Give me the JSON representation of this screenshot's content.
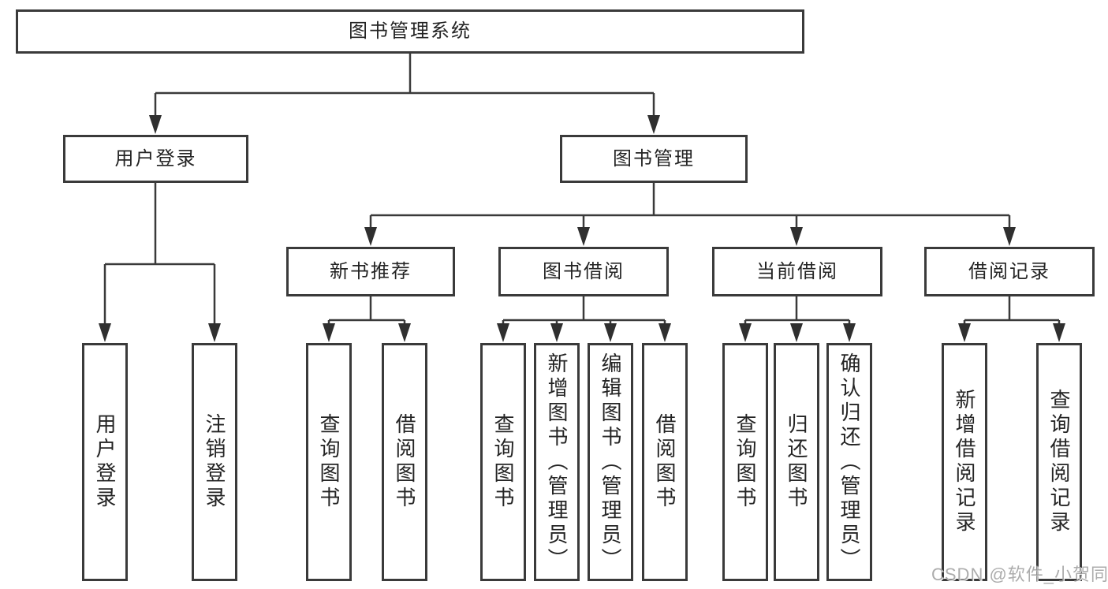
{
  "diagram": {
    "root": {
      "label": "图书管理系统"
    },
    "level2": [
      {
        "id": "user-login",
        "label": "用户登录"
      },
      {
        "id": "book-management",
        "label": "图书管理"
      }
    ],
    "level3": [
      {
        "id": "new-book-recommend",
        "label": "新书推荐"
      },
      {
        "id": "book-borrow",
        "label": "图书借阅"
      },
      {
        "id": "current-borrow",
        "label": "当前借阅"
      },
      {
        "id": "borrow-records",
        "label": "借阅记录"
      }
    ],
    "leaves": [
      {
        "id": "user-login-action",
        "parent": "user-login",
        "label": "用户登录"
      },
      {
        "id": "logout-action",
        "parent": "user-login",
        "label": "注销登录"
      },
      {
        "id": "query-books-recommend",
        "parent": "new-book-recommend",
        "label": "查询图书"
      },
      {
        "id": "borrow-books-recommend",
        "parent": "new-book-recommend",
        "label": "借阅图书"
      },
      {
        "id": "query-books-borrow",
        "parent": "book-borrow",
        "label": "查询图书"
      },
      {
        "id": "add-book-admin",
        "parent": "book-borrow",
        "label": "新增图书（管理员）"
      },
      {
        "id": "edit-book-admin",
        "parent": "book-borrow",
        "label": "编辑图书（管理员）"
      },
      {
        "id": "borrow-books-borrow",
        "parent": "book-borrow",
        "label": "借阅图书"
      },
      {
        "id": "query-books-current",
        "parent": "current-borrow",
        "label": "查询图书"
      },
      {
        "id": "return-books",
        "parent": "current-borrow",
        "label": "归还图书"
      },
      {
        "id": "confirm-return-admin",
        "parent": "current-borrow",
        "label": "确认归还（管理员）"
      },
      {
        "id": "add-borrow-record",
        "parent": "borrow-records",
        "label": "新增借阅记录"
      },
      {
        "id": "query-borrow-record",
        "parent": "borrow-records",
        "label": "查询借阅记录"
      }
    ]
  },
  "colors": {
    "box_border": "#3a3a3a",
    "connector_line": "#3a3a3a",
    "arrowhead": "#2f2f2f",
    "text": "#242424",
    "background": "#ffffff",
    "watermark": "#9e9e9e"
  },
  "watermark": {
    "text": "CSDN @软件_小贺同学"
  }
}
